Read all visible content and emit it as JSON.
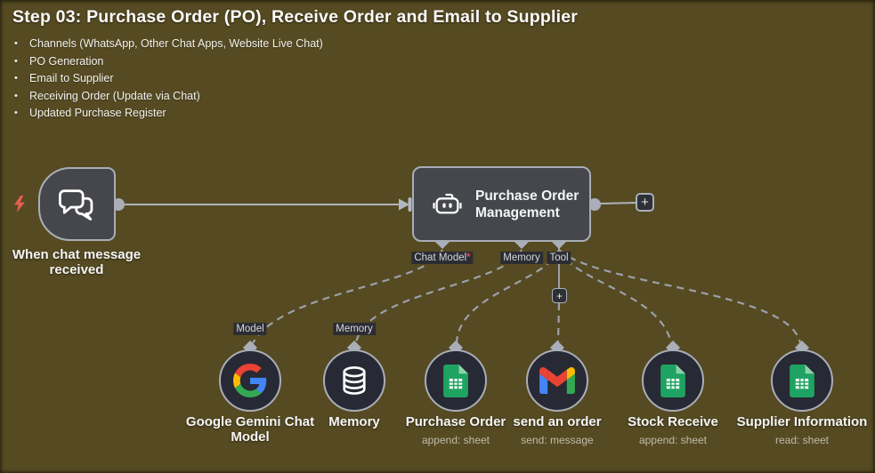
{
  "header": {
    "title": "Step 03: Purchase Order (PO), Receive Order and Email to Supplier",
    "bullets": [
      "Channels (WhatsApp, Other Chat Apps, Website Live Chat)",
      "PO Generation",
      "Email to Supplier",
      "Receiving Order (Update via Chat)",
      "Updated Purchase Register"
    ]
  },
  "workflow": {
    "trigger_node": {
      "label": "When chat message received",
      "icon": "chat-bubbles",
      "badge_icon": "lightning-bolt"
    },
    "agent_node": {
      "title": "Purchase Order Management",
      "icon": "robot"
    },
    "agent_ports": [
      {
        "label": "Chat Model",
        "required": "*"
      },
      {
        "label": "Memory"
      },
      {
        "label": "Tool"
      }
    ],
    "output_add_button": "+",
    "tool_add_button": "+",
    "sub_port_labels": {
      "model": "Model",
      "memory": "Memory"
    },
    "sub_nodes": [
      {
        "label": "Google Gemini Chat Model",
        "subtitle": "",
        "icon": "google-g"
      },
      {
        "label": "Memory",
        "subtitle": "",
        "icon": "database"
      },
      {
        "label": "Purchase Order",
        "subtitle": "append: sheet",
        "icon": "google-sheets"
      },
      {
        "label": "send an order",
        "subtitle": "send: message",
        "icon": "gmail"
      },
      {
        "label": "Stock Receive",
        "subtitle": "append: sheet",
        "icon": "google-sheets"
      },
      {
        "label": "Supplier Information",
        "subtitle": "read: sheet",
        "icon": "google-sheets"
      }
    ],
    "colors": {
      "canvas_background": "#554a21",
      "node_fill": "#45474c",
      "node_border": "#a9aeb8",
      "circle_fill": "#272934",
      "connector": "#a9aeb8",
      "wire": "#9ba0ab",
      "chip_bg": "#2c2d33",
      "chip_text": "#d3d7dd",
      "required_red": "#e5484d",
      "bolt_orange": "#e4604e",
      "google_blue": "#4285F4",
      "google_red": "#EA4335",
      "google_yellow": "#FBBC05",
      "google_green": "#34A853",
      "sheets_green": "#1EA362",
      "sheets_fold": "#8ED1AB"
    }
  }
}
